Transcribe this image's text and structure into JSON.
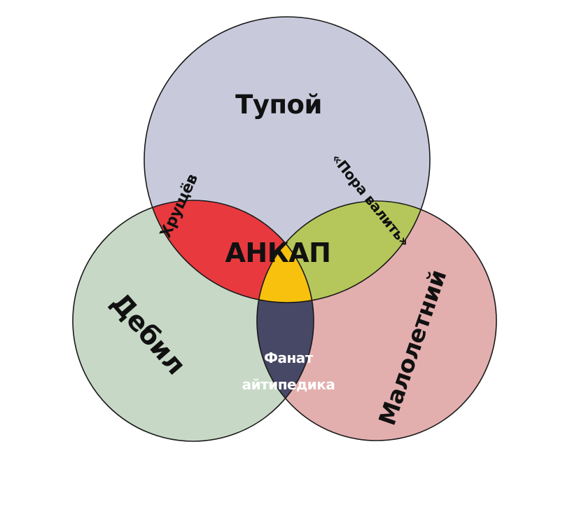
{
  "diagram": {
    "circles": {
      "top": {
        "label": "Тупой",
        "color": "#c8cadc"
      },
      "left": {
        "label": "Дебил",
        "color": "#c7d9c6"
      },
      "right": {
        "label": "Малолетний",
        "color": "#e3afae"
      }
    },
    "overlaps": {
      "top_left": {
        "label": "Хрущёв",
        "color": "#e8393f"
      },
      "top_right": {
        "label": "«Пора валить»",
        "color": "#b5c75a"
      },
      "left_right": {
        "line1": "Фанат",
        "line2": "айтипедика",
        "color": "#474866"
      },
      "center": {
        "label": "АНКАП",
        "color": "#f8c10d"
      }
    },
    "outline_color": "#1a1a1a"
  }
}
